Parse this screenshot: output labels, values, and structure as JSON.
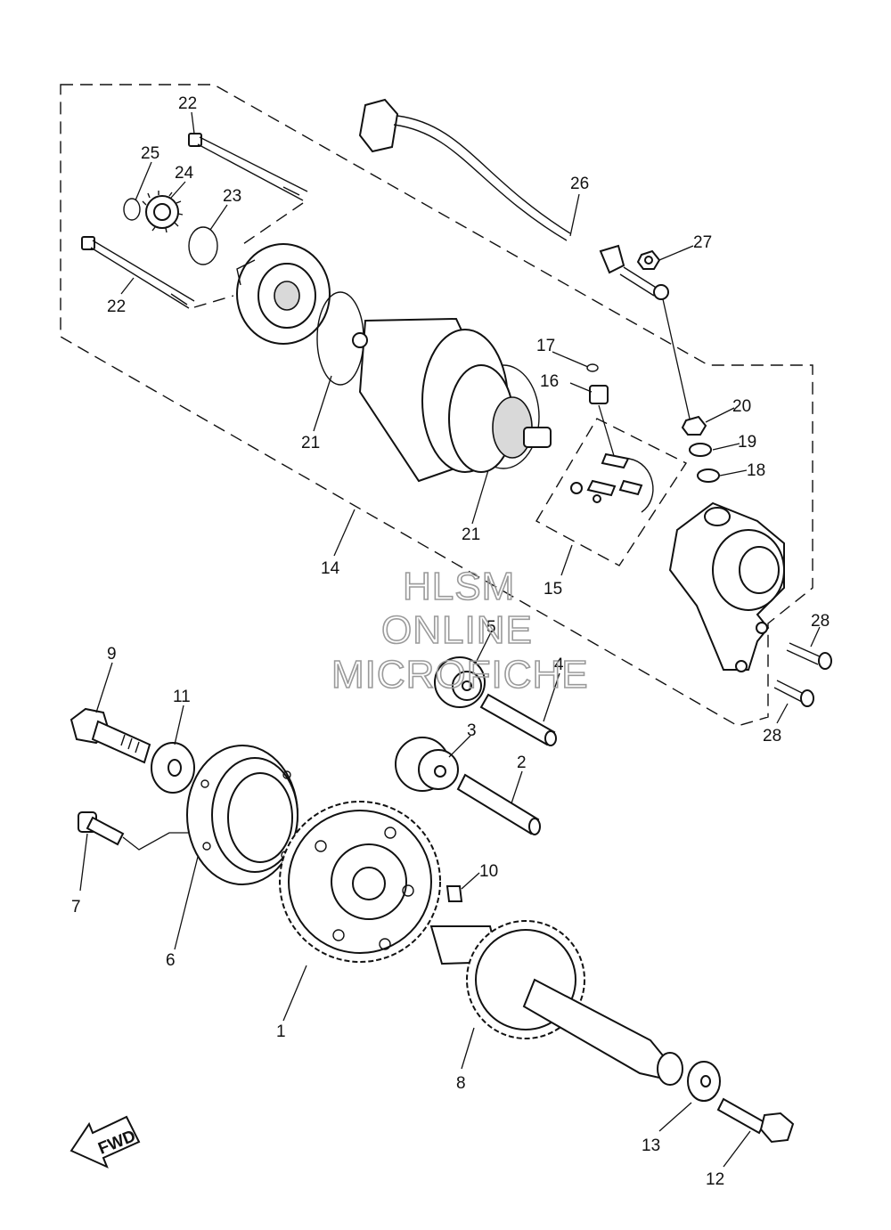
{
  "callouts": {
    "c1": "1",
    "c2": "2",
    "c3": "3",
    "c4": "4",
    "c5": "5",
    "c6": "6",
    "c7": "7",
    "c8": "8",
    "c9": "9",
    "c10": "10",
    "c11": "11",
    "c12": "12",
    "c13": "13",
    "c14": "14",
    "c15": "15",
    "c16": "16",
    "c17": "17",
    "c18": "18",
    "c19": "19",
    "c20": "20",
    "c21a": "21",
    "c21b": "21",
    "c22a": "22",
    "c22b": "22",
    "c23": "23",
    "c24": "24",
    "c25": "25",
    "c26": "26",
    "c27": "27",
    "c28a": "28",
    "c28b": "28"
  },
  "watermark": {
    "line1": "HLSM",
    "line2": "ONLINE",
    "line3": "MICROFICHE"
  },
  "fwd_label": "FWD"
}
